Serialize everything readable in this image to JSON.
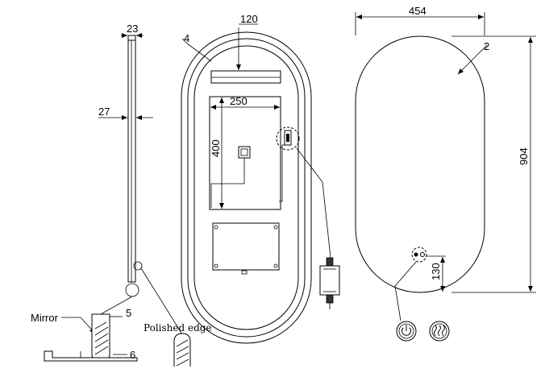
{
  "side_view": {
    "dim_top": "23",
    "dim_thickness": "27",
    "dim_glass": "5",
    "dim_base": "6",
    "mirror_label": "Mirror",
    "edge_label": "Polished edge"
  },
  "back_view": {
    "dim_frame": "4",
    "dim_strip": "120",
    "dim_panel_w": "250",
    "dim_panel_h": "400"
  },
  "front_view": {
    "dim_width": "454",
    "dim_height": "904",
    "dim_radius": "2",
    "dim_switch": "130"
  },
  "icons": [
    "power-icon",
    "defog-icon"
  ]
}
